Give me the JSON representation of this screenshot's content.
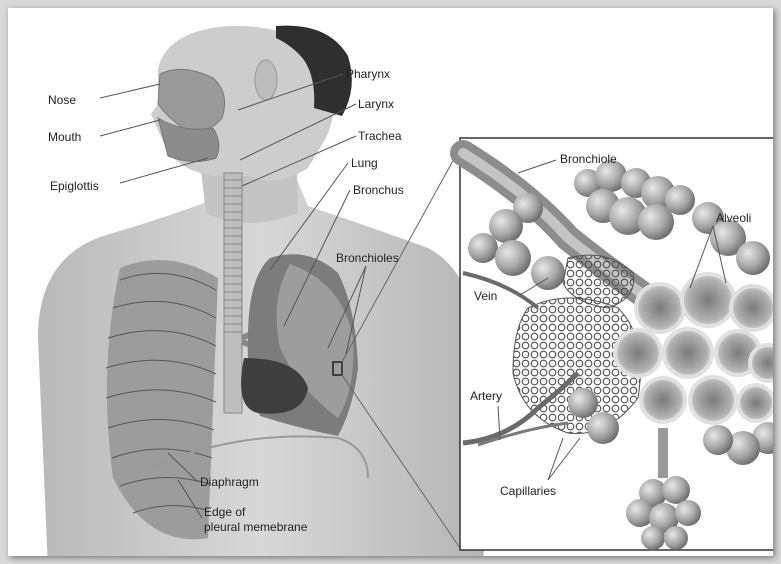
{
  "labels": {
    "nose": "Nose",
    "mouth": "Mouth",
    "epiglottis": "Epiglottis",
    "pharynx": "Pharynx",
    "larynx": "Larynx",
    "trachea": "Trachea",
    "lung": "Lung",
    "bronchus": "Bronchus",
    "bronchioles": "Bronchioles",
    "diaphragm": "Diaphragm",
    "pleural_line1": "Edge of",
    "pleural_line2": "pleural memebrane",
    "bronchiole": "Bronchiole",
    "alveoli": "Alveoli",
    "vein": "Vein",
    "artery": "Artery",
    "capillaries": "Capillaries"
  },
  "colors": {
    "skin": "#cfcfcf",
    "hair": "#2e2e2e",
    "lung": "#8a8a8a",
    "rib": "#a8a8a8",
    "inset_bg": "#ffffff",
    "alveolus": "#9a9a9a",
    "vessel": "#5a5a5a"
  }
}
